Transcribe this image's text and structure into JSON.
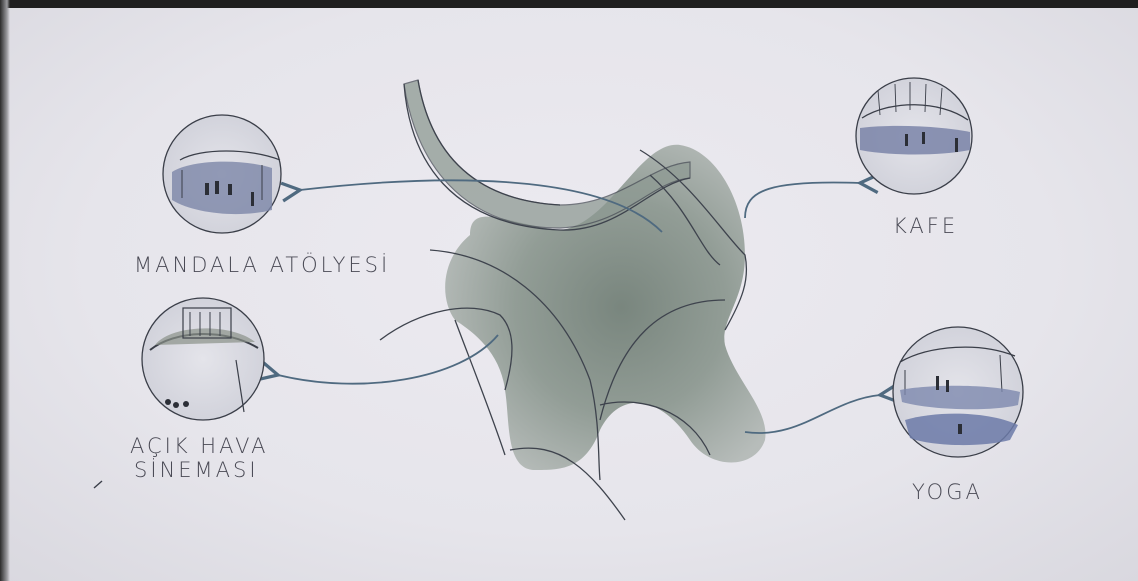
{
  "labels": {
    "mandala": "MANDALA ATÖLYESİ",
    "cinema_line1": "AÇIK HAVA",
    "cinema_line2": "SİNEMASI",
    "cafe": "KAFE",
    "yoga": "YOGA"
  },
  "colors": {
    "paper": "#e7e6ec",
    "ink": "#3b3f4a",
    "arrow": "#4f6a80",
    "wash": "#7f8c84",
    "blue_wash": "#7a88b0"
  }
}
